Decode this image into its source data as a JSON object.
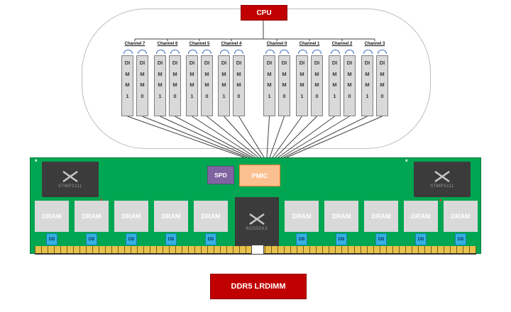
{
  "cpu": {
    "label": "CPU"
  },
  "channels": [
    {
      "label": "Channel 7",
      "dimms": [
        "DIMM1",
        "DIMM0"
      ]
    },
    {
      "label": "Channel 6",
      "dimms": [
        "DIMM1",
        "DIMM0"
      ]
    },
    {
      "label": "Channel 5",
      "dimms": [
        "DIMM1",
        "DIMM0"
      ]
    },
    {
      "label": "Channel 4",
      "dimms": [
        "DIMM1",
        "DIMM0"
      ]
    },
    {
      "label": "Channel 0",
      "dimms": [
        "DIMM1",
        "DIMM0"
      ]
    },
    {
      "label": "Channel 1",
      "dimms": [
        "DIMM1",
        "DIMM0"
      ]
    },
    {
      "label": "Channel 2",
      "dimms": [
        "DIMM1",
        "DIMM0"
      ]
    },
    {
      "label": "Channel 3",
      "dimms": [
        "DIMM1",
        "DIMM0"
      ]
    }
  ],
  "board": {
    "left_chip_label": "STMPS111",
    "right_chip_label": "STMPS111",
    "spd_label": "SPD",
    "pmic_label": "PMIC",
    "center_chip_label": "RCD50XX",
    "dram_label": "DRAM",
    "db_label": "DB"
  },
  "marks": {
    "star": "*"
  },
  "footer": {
    "label": "DDR5 LRDIMM"
  },
  "colors": {
    "red": "#C00000",
    "green_pcb": "#00A651",
    "purple": "#8064A2",
    "orange_fill": "#FAC090",
    "orange_border": "#ED7D31",
    "blue_db": "#33B1E3",
    "gold": "#E8C14A",
    "chip_dark": "#3B3B3B",
    "dimm_gray": "#D9D9D9"
  }
}
